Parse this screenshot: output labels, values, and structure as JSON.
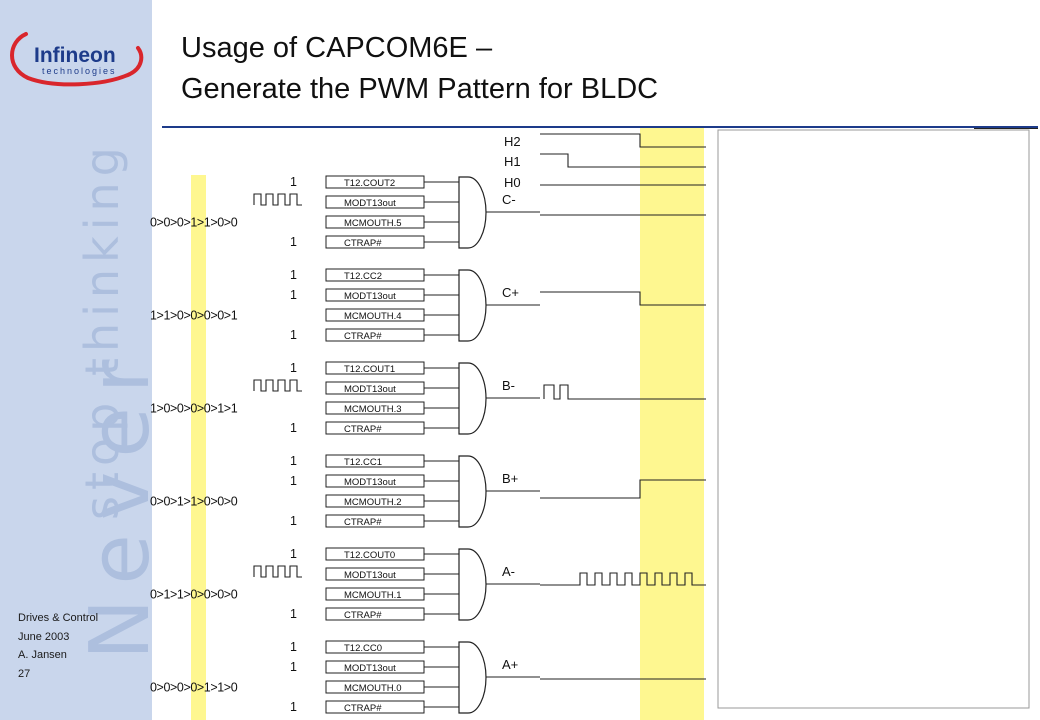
{
  "logo": {
    "brand": "Infineon",
    "tagline": "technologies"
  },
  "slogan": {
    "line1": "Never",
    "line2": "stop thinking"
  },
  "title": {
    "line1": "Usage of CAPCOM6E –",
    "line2": "Generate the PWM Pattern for BLDC"
  },
  "footer": {
    "department": "Drives & Control",
    "date": "June 2003",
    "author": "A. Jansen",
    "page": "27"
  },
  "hall_signals": [
    "H2",
    "H1",
    "H0"
  ],
  "gates": [
    {
      "output": "C-",
      "inputs": [
        {
          "level": "1",
          "label": "T12.COUT2"
        },
        {
          "level": "pwm",
          "label": "MODT13out"
        },
        {
          "level": "0>0>0>1>1>0>0",
          "label": "MCMOUTH.5"
        },
        {
          "level": "1",
          "label": "CTRAP#"
        }
      ]
    },
    {
      "output": "C+",
      "inputs": [
        {
          "level": "1",
          "label": "T12.CC2"
        },
        {
          "level": "1",
          "label": "MODT13out"
        },
        {
          "level": "1>1>0>0>0>0>1",
          "label": "MCMOUTH.4"
        },
        {
          "level": "1",
          "label": "CTRAP#"
        }
      ]
    },
    {
      "output": "B-",
      "inputs": [
        {
          "level": "1",
          "label": "T12.COUT1"
        },
        {
          "level": "pwm",
          "label": "MODT13out"
        },
        {
          "level": "1>0>0>0>0>1>1",
          "label": "MCMOUTH.3"
        },
        {
          "level": "1",
          "label": "CTRAP#"
        }
      ]
    },
    {
      "output": "B+",
      "inputs": [
        {
          "level": "1",
          "label": "T12.CC1"
        },
        {
          "level": "1",
          "label": "MODT13out"
        },
        {
          "level": "0>0>1>1>0>0>0",
          "label": "MCMOUTH.2"
        },
        {
          "level": "1",
          "label": "CTRAP#"
        }
      ]
    },
    {
      "output": "A-",
      "inputs": [
        {
          "level": "1",
          "label": "T12.COUT0"
        },
        {
          "level": "pwm",
          "label": "MODT13out"
        },
        {
          "level": "0>1>1>0>0>0>0",
          "label": "MCMOUTH.1"
        },
        {
          "level": "1",
          "label": "CTRAP#"
        }
      ]
    },
    {
      "output": "A+",
      "inputs": [
        {
          "level": "1",
          "label": "T12.CC0"
        },
        {
          "level": "1",
          "label": "MODT13out"
        },
        {
          "level": "0>0>0>0>1>1>0",
          "label": "MCMOUTH.0"
        },
        {
          "level": "1",
          "label": "CTRAP#"
        }
      ]
    }
  ],
  "colors": {
    "sidebar": "#c9d6ec",
    "highlight": "#fef790",
    "logo_red": "#d9262c",
    "logo_blue": "#1d3b8a",
    "rule": "#1d3b8a"
  }
}
